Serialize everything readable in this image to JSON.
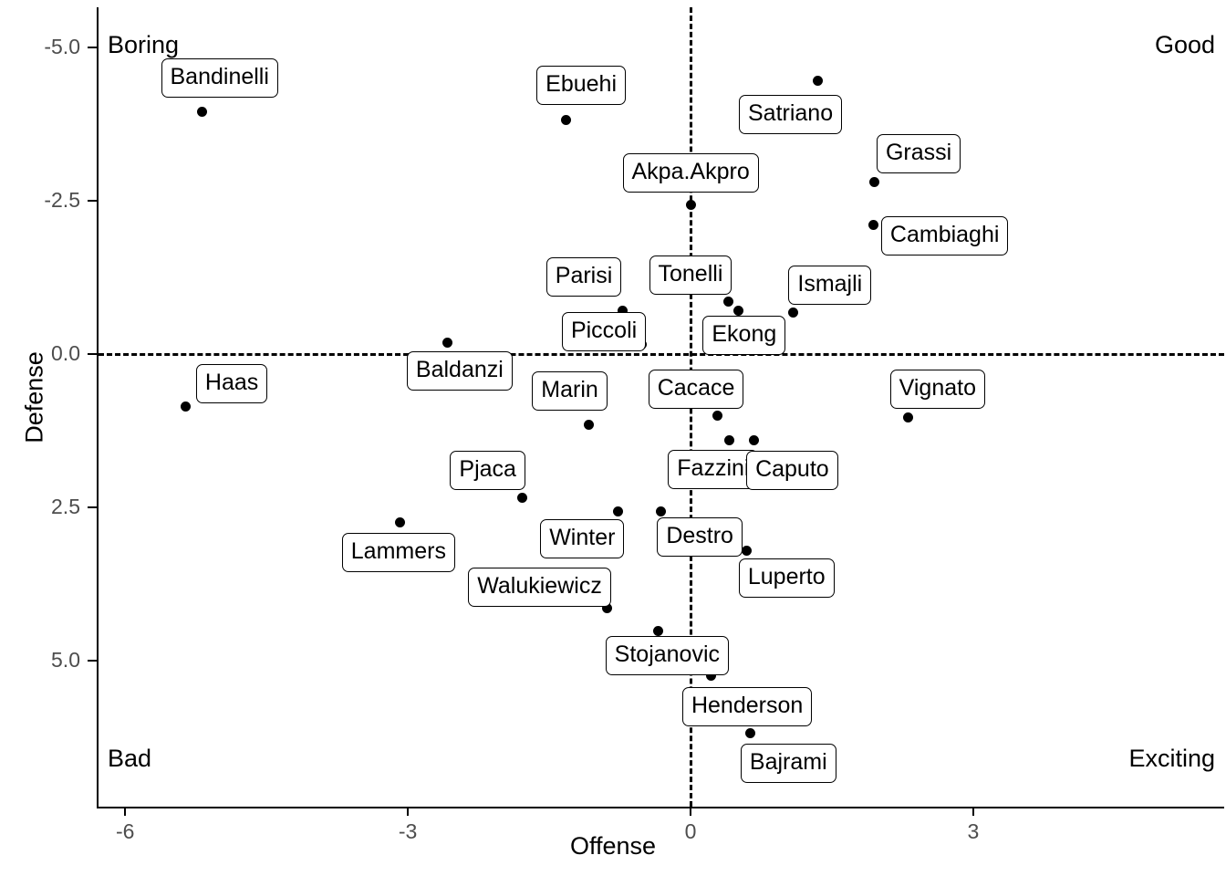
{
  "chart_data": {
    "type": "scatter",
    "title": "",
    "xlabel": "Offense",
    "ylabel": "Defense",
    "xlim": [
      -7.2,
      4.6
    ],
    "ylim": [
      -5.65,
      7.4
    ],
    "y_axis_inverted": true,
    "grid": false,
    "legend": null,
    "xticks": [
      -6,
      -3,
      0,
      3
    ],
    "xticklabels": [
      "-6",
      "-3",
      "0",
      "3"
    ],
    "yticks": [
      -5.0,
      -2.5,
      0.0,
      2.5,
      5.0
    ],
    "yticklabels": [
      "-5.0",
      "-2.5",
      "0.0",
      "2.5",
      "5.0"
    ],
    "reference_lines": [
      {
        "orientation": "horizontal",
        "value": 0,
        "style": "dashed"
      },
      {
        "orientation": "vertical",
        "value": 0,
        "style": "dashed"
      }
    ],
    "quadrant_annotations": [
      {
        "text": "Boring",
        "corner": "top-left"
      },
      {
        "text": "Good",
        "corner": "top-right"
      },
      {
        "text": "Bad",
        "corner": "bottom-left"
      },
      {
        "text": "Exciting",
        "corner": "bottom-right"
      }
    ],
    "points": [
      {
        "label": "Bandinelli",
        "x": -5.18,
        "y": -3.95,
        "lx": -5.0,
        "ly": -4.5
      },
      {
        "label": "Ebuehi",
        "x": -1.32,
        "y": -3.82,
        "lx": -1.16,
        "ly": -4.38
      },
      {
        "label": "Satriano",
        "x": 1.35,
        "y": -4.46,
        "lx": 1.06,
        "ly": -3.9
      },
      {
        "label": "Akpa.Akpro",
        "x": 0.0,
        "y": -2.43,
        "lx": 0.0,
        "ly": -2.96
      },
      {
        "label": "Grassi",
        "x": 1.95,
        "y": -2.81,
        "lx": 2.42,
        "ly": -3.26
      },
      {
        "label": "Cambiaghi",
        "x": 1.94,
        "y": -2.1,
        "lx": 2.7,
        "ly": -1.92
      },
      {
        "label": "Parisi",
        "x": -0.72,
        "y": -0.7,
        "lx": -1.13,
        "ly": -1.26
      },
      {
        "label": "Tonelli",
        "x": 0.4,
        "y": -0.85,
        "lx": 0.0,
        "ly": -1.28
      },
      {
        "label": "Ismajli",
        "x": 1.09,
        "y": -0.67,
        "lx": 1.48,
        "ly": -1.12
      },
      {
        "label": "Piccoli",
        "x": -0.52,
        "y": -0.16,
        "lx": -0.92,
        "ly": -0.36
      },
      {
        "label": "Ekong",
        "x": 0.51,
        "y": -0.7,
        "lx": 0.57,
        "ly": -0.3
      },
      {
        "label": "Baldanzi",
        "x": -2.58,
        "y": -0.19,
        "lx": -2.45,
        "ly": 0.28
      },
      {
        "label": "Haas",
        "x": -5.36,
        "y": 0.85,
        "lx": -4.87,
        "ly": 0.48
      },
      {
        "label": "Cacace",
        "x": 0.29,
        "y": 1.01,
        "lx": 0.06,
        "ly": 0.58
      },
      {
        "label": "Vignato",
        "x": 2.31,
        "y": 1.04,
        "lx": 2.62,
        "ly": 0.58
      },
      {
        "label": "Marin",
        "x": -1.08,
        "y": 1.16,
        "lx": -1.28,
        "ly": 0.6
      },
      {
        "label": "Fazzini",
        "x": 0.41,
        "y": 1.4,
        "lx": 0.24,
        "ly": 1.88
      },
      {
        "label": "Caputo",
        "x": 0.67,
        "y": 1.41,
        "lx": 1.08,
        "ly": 1.9
      },
      {
        "label": "Pjaca",
        "x": -1.79,
        "y": 2.35,
        "lx": -2.15,
        "ly": 1.9
      },
      {
        "label": "Lammers",
        "x": -3.08,
        "y": 2.75,
        "lx": -3.1,
        "ly": 3.24
      },
      {
        "label": "Winter",
        "x": -0.77,
        "y": 2.56,
        "lx": -1.15,
        "ly": 3.02
      },
      {
        "label": "Destro",
        "x": -0.31,
        "y": 2.57,
        "lx": 0.1,
        "ly": 2.98
      },
      {
        "label": "Luperto",
        "x": 0.6,
        "y": 3.2,
        "lx": 1.02,
        "ly": 3.65
      },
      {
        "label": "Walukiewicz",
        "x": -0.89,
        "y": 4.14,
        "lx": -1.6,
        "ly": 3.8
      },
      {
        "label": "Stojanovic",
        "x": -0.34,
        "y": 4.51,
        "lx": -0.25,
        "ly": 4.92
      },
      {
        "label": "Henderson",
        "x": 0.22,
        "y": 5.24,
        "lx": 0.6,
        "ly": 5.75
      },
      {
        "label": "Bajrami",
        "x": 0.63,
        "y": 6.18,
        "lx": 1.04,
        "ly": 6.68
      }
    ]
  }
}
